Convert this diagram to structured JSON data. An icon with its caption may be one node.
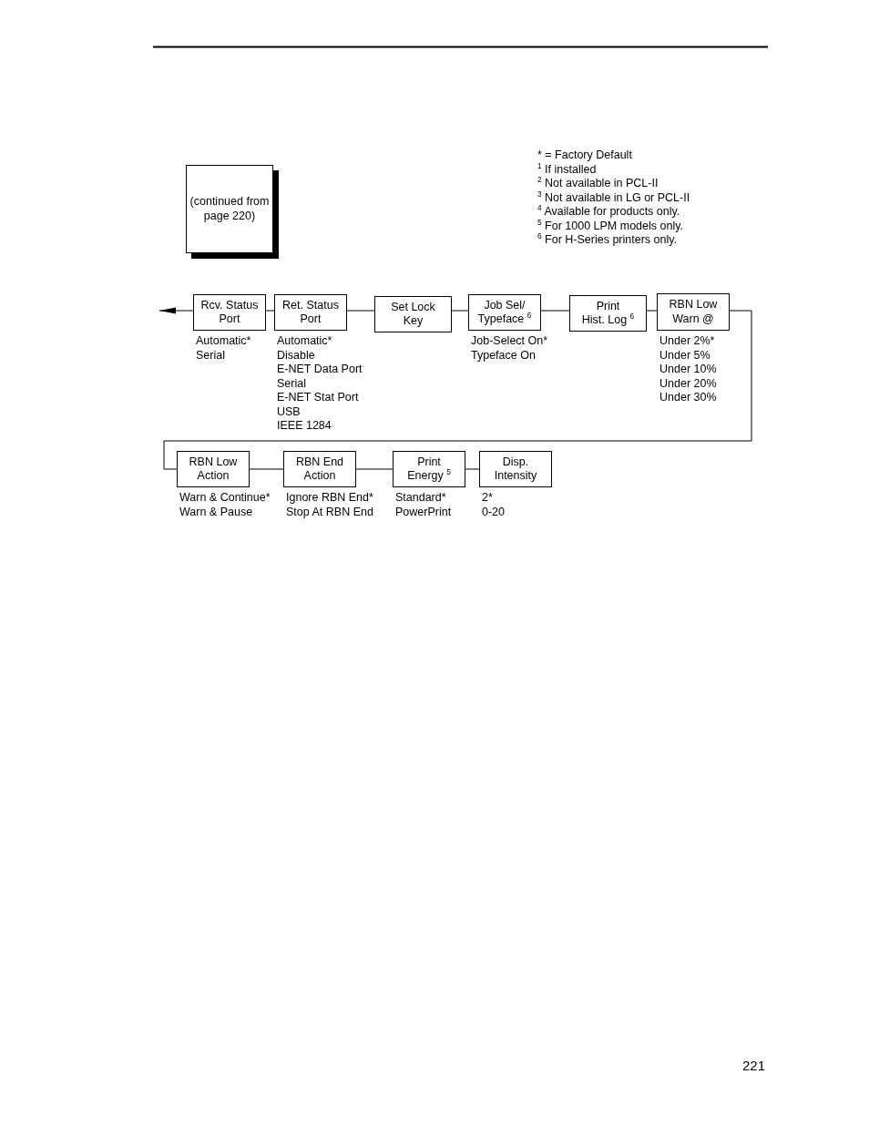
{
  "diagram": {
    "nodes": [
      {
        "text": [
          "(continued from page 220)"
        ]
      },
      {
        "text": [
          "Rcv. Status Port"
        ],
        "beside": [
          "Automatic*",
          "Serial"
        ]
      },
      {
        "text": [
          "Ret. Status Port"
        ],
        "beside": [
          "Automatic*",
          "Disable",
          "E-NET Data Port",
          "Serial",
          "E-NET Stat Port",
          "USB",
          "IEEE 1284"
        ]
      },
      {
        "text": [
          "Set Lock Key"
        ]
      },
      {
        "text": [
          "Job Sel/ Typeface $^{6}$"
        ],
        "beside": [
          "Job-Select On*",
          "Typeface On"
        ]
      },
      {
        "text": [
          "Print Hist. Log $^{6}$"
        ]
      },
      {
        "text": [
          "RBN Low Warn @"
        ],
        "beside": [
          "Under 2%*",
          "Under 5%",
          "Under 10%",
          "Under 20%",
          "Under 30%"
        ]
      },
      {
        "text": [
          "RBN Low Action"
        ],
        "beside": [
          "Warn & Continue*",
          "Warn & Pause"
        ]
      },
      {
        "text": [
          "RBN End Action"
        ],
        "beside": [
          "Ignore RBN End*",
          "Stop At RBN End"
        ]
      },
      {
        "text": [
          "Print Energy $^{5}$"
        ],
        "beside": [
          "Standard*",
          "PowerPrint"
        ]
      },
      {
        "text": [
          "Disp. Intensity"
        ],
        "beside": [
          "2*",
          "0-20"
        ]
      }
    ],
    "edges": [
      {
        "from": 1,
        "to": null,
        "arrow": "to"
      },
      {
        "from": 1,
        "to": 2,
        "arrow": "none"
      },
      {
        "from": 2,
        "to": 3,
        "arrow": "none"
      },
      {
        "from": 3,
        "to": 4,
        "arrow": "none"
      },
      {
        "from": 4,
        "to": 5,
        "arrow": "none"
      },
      {
        "from": 5,
        "to": 6,
        "arrow": "none"
      },
      {
        "from": 6,
        "to": 7,
        "arrow": "none"
      },
      {
        "from": 7,
        "to": 8,
        "arrow": "none"
      },
      {
        "from": 8,
        "to": 9,
        "arrow": "none"
      },
      {
        "from": 9,
        "to": 10,
        "arrow": "none"
      }
    ],
    "labels": [
      "* = Factory Default",
      "$^{1}$ If installed",
      "$^{2}$ Not available in PCL-II",
      "$^{3}$ Not available in LG or PCL-II",
      "$^{4}$ Available for products only.",
      "$^{5}$ For 1000 LPM models only.",
      "$^{6}$ For H-Series printers only.",
      "221"
    ]
  }
}
